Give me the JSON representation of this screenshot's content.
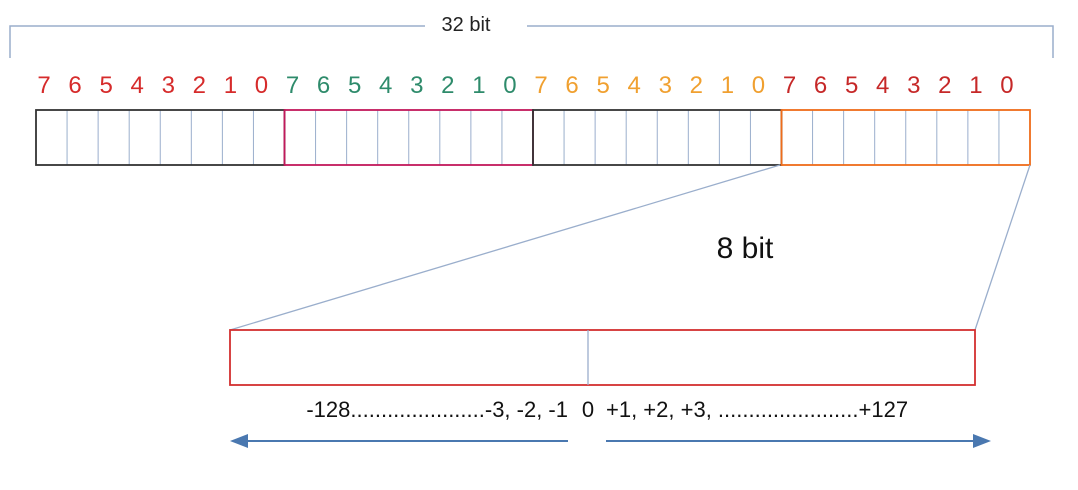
{
  "header": {
    "total_label": "32 bit"
  },
  "bytes": [
    {
      "color": "#d62b2b",
      "border": "#333333",
      "bits": [
        "7",
        "6",
        "5",
        "4",
        "3",
        "2",
        "1",
        "0"
      ]
    },
    {
      "color": "#2e8b6b",
      "border": "#c2185b",
      "bits": [
        "7",
        "6",
        "5",
        "4",
        "3",
        "2",
        "1",
        "0"
      ]
    },
    {
      "color": "#f0a030",
      "border": "#333333",
      "bits": [
        "7",
        "6",
        "5",
        "4",
        "3",
        "2",
        "1",
        "0"
      ]
    },
    {
      "color": "#c62828",
      "border": "#ef6c1a",
      "bits": [
        "7",
        "6",
        "5",
        "4",
        "3",
        "2",
        "1",
        "0"
      ]
    }
  ],
  "zoom": {
    "label": "8 bit",
    "box_border": "#d32f2f"
  },
  "range": {
    "negative_text": "-128......................-3, -2, -1",
    "zero": "0",
    "positive_text": "+1, +2, +3, .......................+127"
  },
  "colors": {
    "line": "#9aaecc",
    "arrow": "#4a78b0"
  }
}
